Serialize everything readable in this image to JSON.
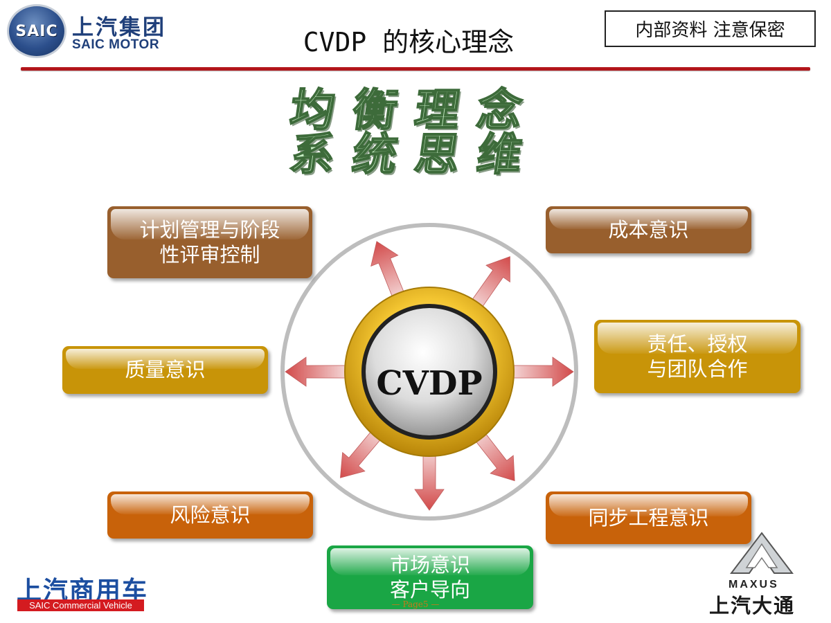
{
  "header": {
    "brand_badge": "SAIC",
    "brand_cn": "上汽集团",
    "brand_en": "SAIC MOTOR",
    "title": "CVDP 的核心理念",
    "confidential": "内部资料 注意保密"
  },
  "wordart": {
    "line1": "均衡理念",
    "line2": "系统思维"
  },
  "diagram": {
    "center": "CVDP",
    "nodes": {
      "planning": [
        "计划管理与阶段",
        "性评审控制"
      ],
      "cost": [
        "成本意识"
      ],
      "quality": [
        "质量意识"
      ],
      "responsibility": [
        "责任、授权",
        "与团队合作"
      ],
      "risk": [
        "风险意识"
      ],
      "concurrent": [
        "同步工程意识"
      ],
      "market": [
        "市场意识",
        "客户导向"
      ]
    }
  },
  "footer": {
    "page": "— Page5 —",
    "left_logo_cn": "上汽商用车",
    "left_logo_en": "SAIC Commercial Vehicle",
    "right_logo_en": "MAXUS",
    "right_logo_cn": "上汽大通"
  },
  "colors": {
    "header_rule": "#b3161b",
    "brown": "#985f2d",
    "gold": "#c89408",
    "orange": "#c8620a",
    "green": "#1aa645",
    "arrow": "#d96a6a"
  }
}
